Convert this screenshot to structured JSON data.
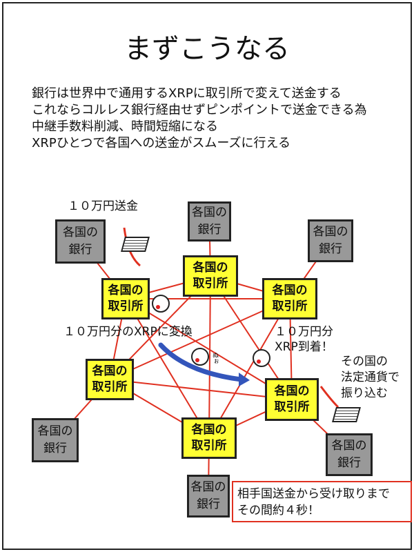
{
  "title": "まずこうなる",
  "description": [
    "銀行は世界中で通用するXRPに取引所で変えて送金する",
    "これならコルレス銀行経由せずピンポイントで送金できる為",
    "中継手数料削減、時間短縮になる",
    "XRPひとつで各国への送金がスムーズに行える"
  ],
  "exchange_label": [
    "各国の",
    "取引所"
  ],
  "bank_label": [
    "各国の",
    "銀行"
  ],
  "labels": {
    "send": "１０万円送金",
    "convert": "１０万円分のXRPに変換",
    "arrive_1": "１０万円分",
    "arrive_2": "XRP到着！",
    "deposit_1": "その国の",
    "deposit_2": "法定通貨で",
    "deposit_3": "振り込む",
    "sfx": "ぬぉ"
  },
  "note": [
    "相手国送金から受け取りまで",
    "その間約４秒！"
  ],
  "colors": {
    "exchange": "#ffff33",
    "bank": "#999999",
    "line": "#e03020",
    "arrow": "#3355bb"
  }
}
